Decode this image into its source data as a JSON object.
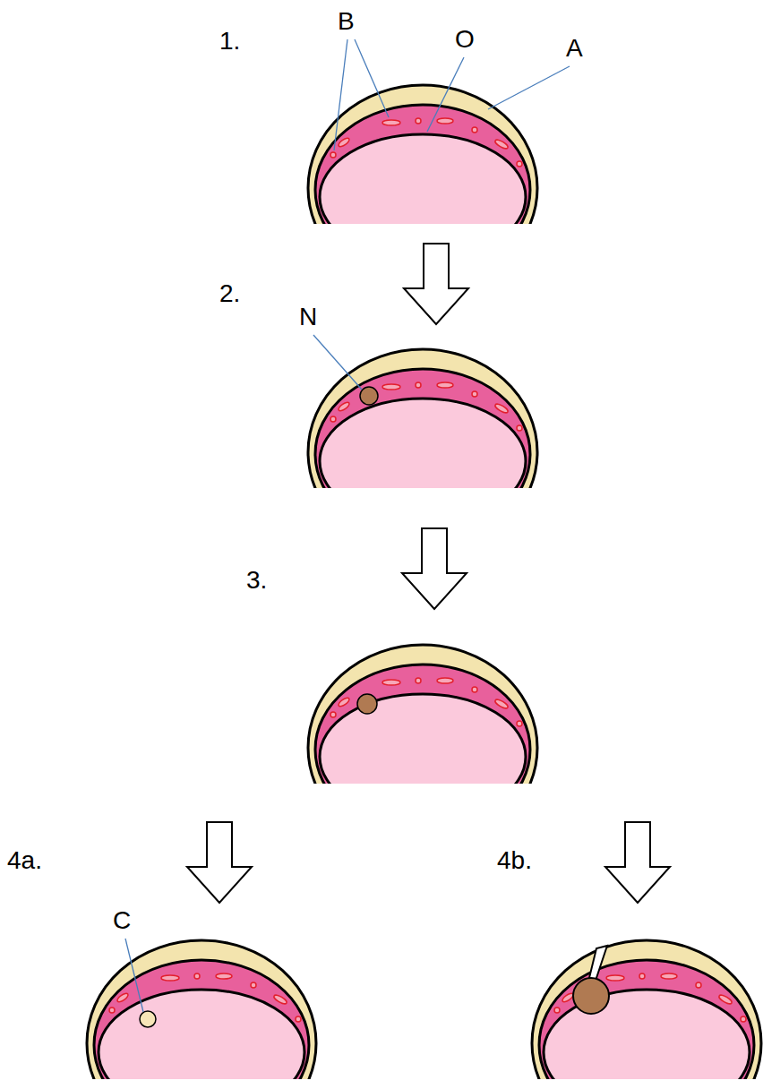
{
  "diagram": {
    "labels": [
      "1.",
      "B",
      "O",
      "A",
      "2.",
      "N",
      "3.",
      "4a.",
      "C",
      "4b."
    ]
  }
}
